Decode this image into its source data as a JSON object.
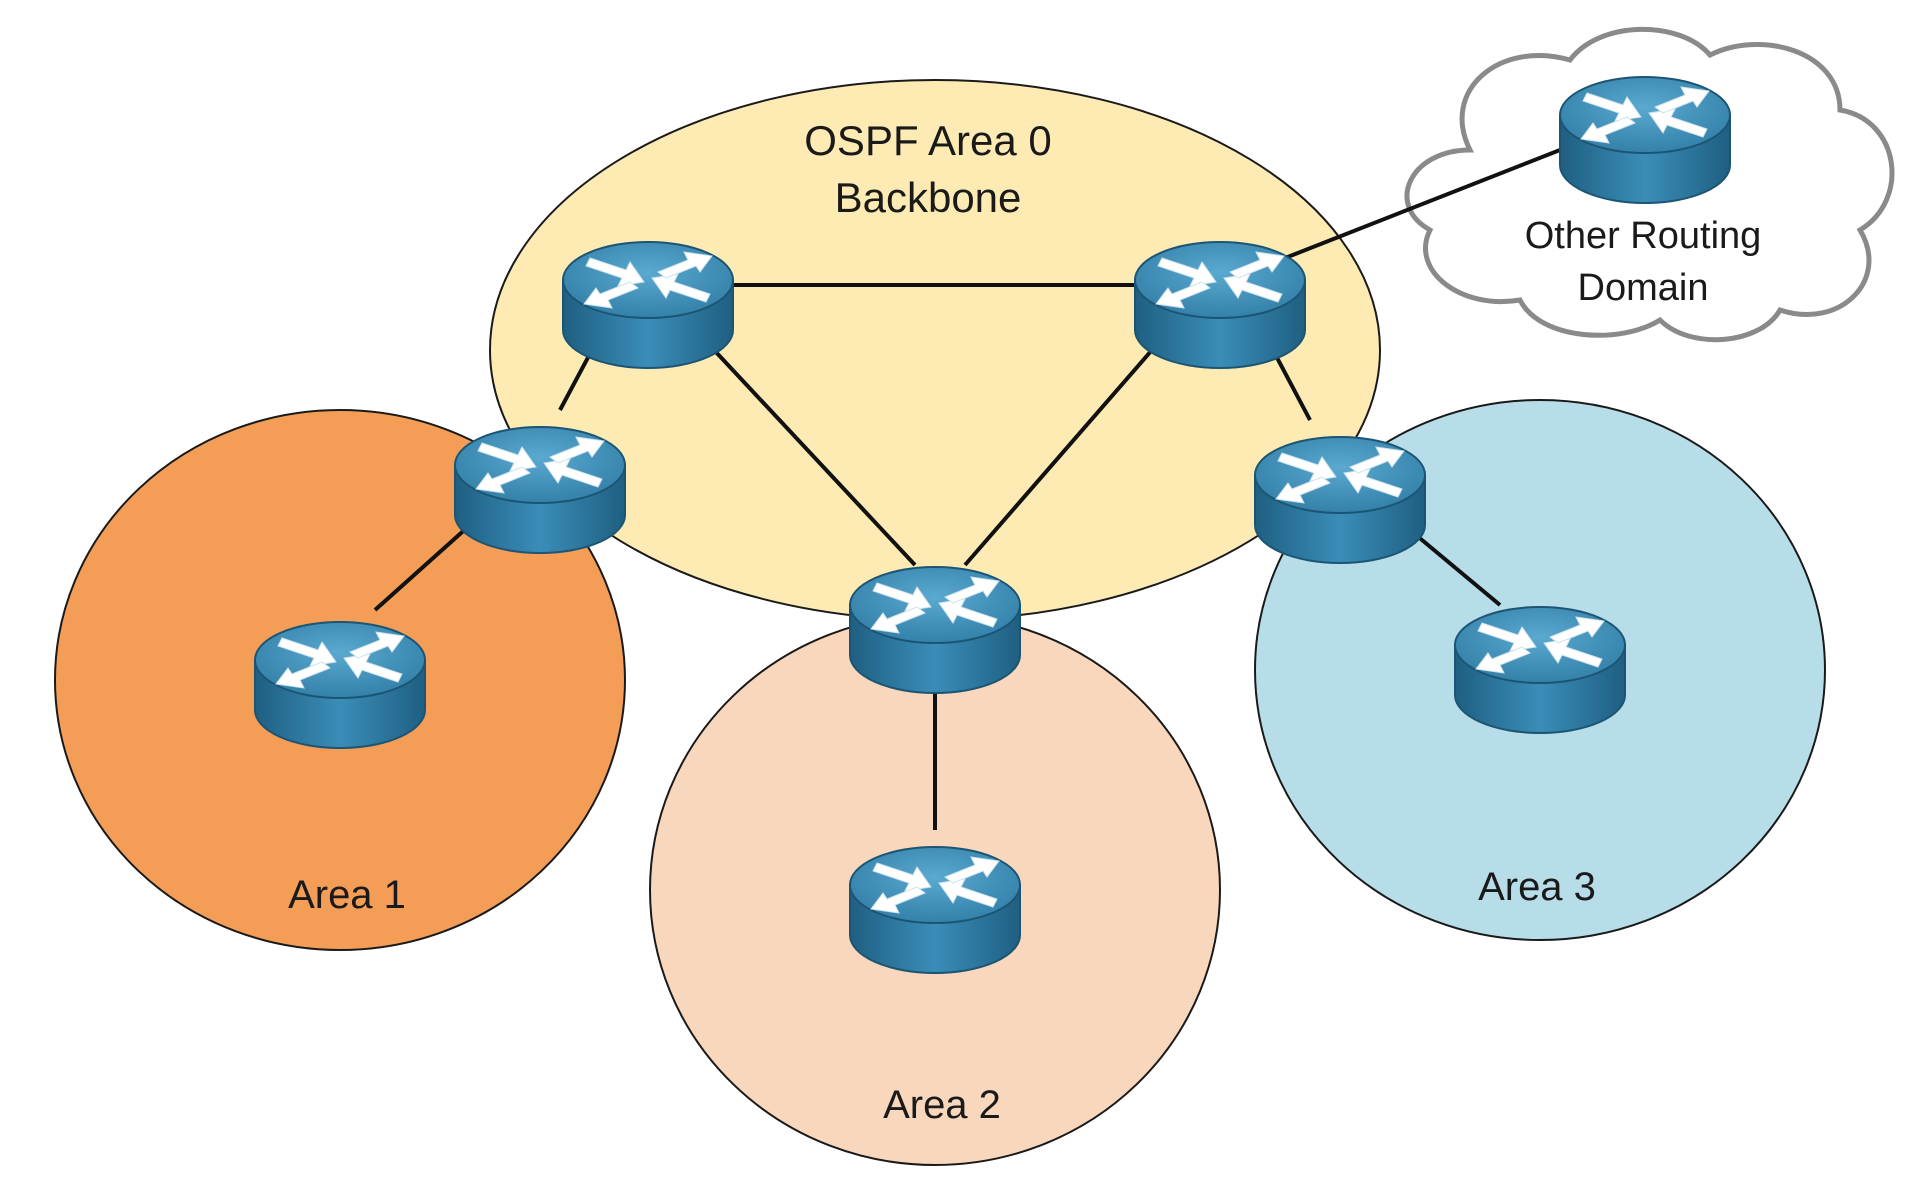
{
  "backbone": {
    "line1": "OSPF Area 0",
    "line2": "Backbone",
    "fill": "#fdebb3"
  },
  "areas": [
    {
      "id": "area-1",
      "label": "Area 1",
      "fill": "#f49d57"
    },
    {
      "id": "area-2",
      "label": "Area 2",
      "fill": "#f9d7bc"
    },
    {
      "id": "area-3",
      "label": "Area 3",
      "fill": "#b6dde8"
    }
  ],
  "cloud": {
    "line1": "Other Routing",
    "line2": "Domain"
  },
  "router_icon": "router-icon",
  "router_colors": {
    "body": "#2f7ea6",
    "top": "#4b9cc5",
    "arrow": "#ffffff"
  }
}
